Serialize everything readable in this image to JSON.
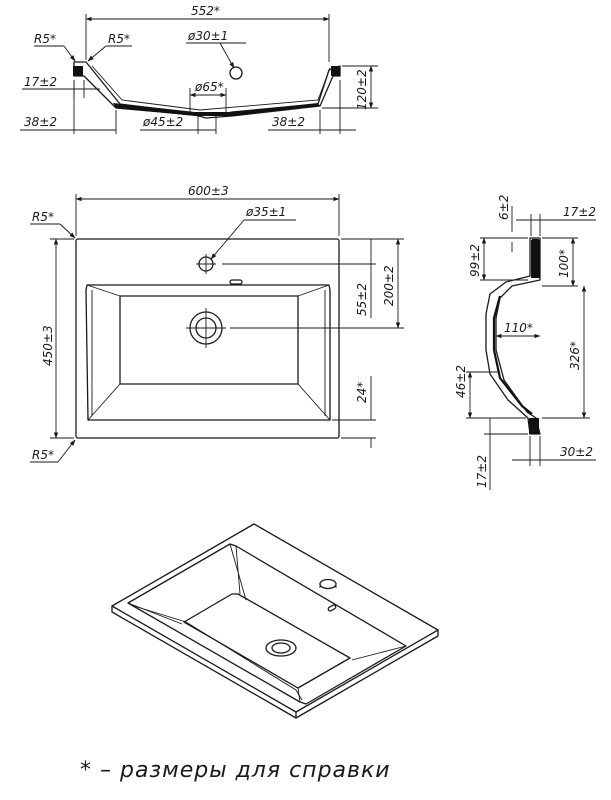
{
  "top_view": {
    "width_overall": "552*",
    "radius_left": "R5*",
    "radius_right": "R5*",
    "tap_hole": "ø30±1",
    "drain_hole": "ø65*",
    "drain_outer": "ø45±2",
    "rim_height": "17±2",
    "depth": "120±2",
    "edge_left": "38±2",
    "edge_right": "38±2"
  },
  "plan_view": {
    "width": "600±3",
    "height": "450±3",
    "radius_top": "R5*",
    "radius_bottom": "R5*",
    "tap_hole": "ø35±1",
    "dim_200": "200±2",
    "dim_55": "55±2",
    "dim_24": "24*"
  },
  "side_view": {
    "dim_6": "6±2",
    "dim_17_top": "17±2",
    "dim_99": "99±2",
    "dim_100": "100*",
    "dim_110": "110*",
    "dim_326": "326*",
    "dim_46": "46±2",
    "dim_17_bottom": "17±2",
    "dim_30": "30±2"
  },
  "footnote": "* – размеры для справки"
}
